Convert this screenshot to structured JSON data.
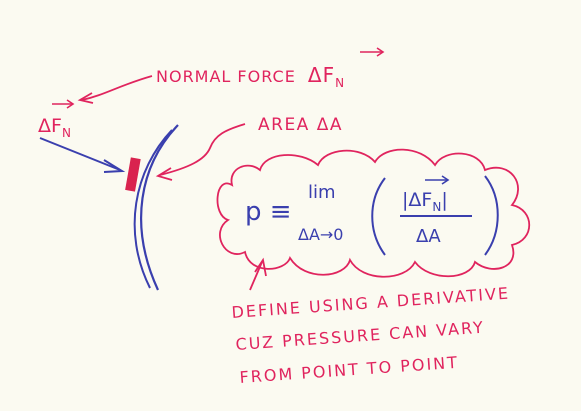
{
  "colors": {
    "paper": "#fbfaf1",
    "pink_ink": "#e0245e",
    "blue_ink": "#3a3fae",
    "patch": "#d9234f"
  },
  "labels": {
    "normal_force": "NORMAL FORCE",
    "normal_force_symbol": "ΔF",
    "normal_force_subscript": "N",
    "force_label_symbol": "ΔF",
    "force_label_subscript": "N",
    "area": "AREA ΔA",
    "formula_p": "p ≡",
    "formula_lim": "lim",
    "formula_limit_sub": "ΔA→0",
    "formula_numerator": "|ΔF",
    "formula_numerator_sub": "N",
    "formula_numerator_close": "|",
    "formula_denominator": "ΔA",
    "note_line1": "DEFINE USING A DERIVATIVE",
    "note_line2": "CUZ PRESSURE CAN VARY",
    "note_line3": "FROM POINT TO POINT"
  }
}
